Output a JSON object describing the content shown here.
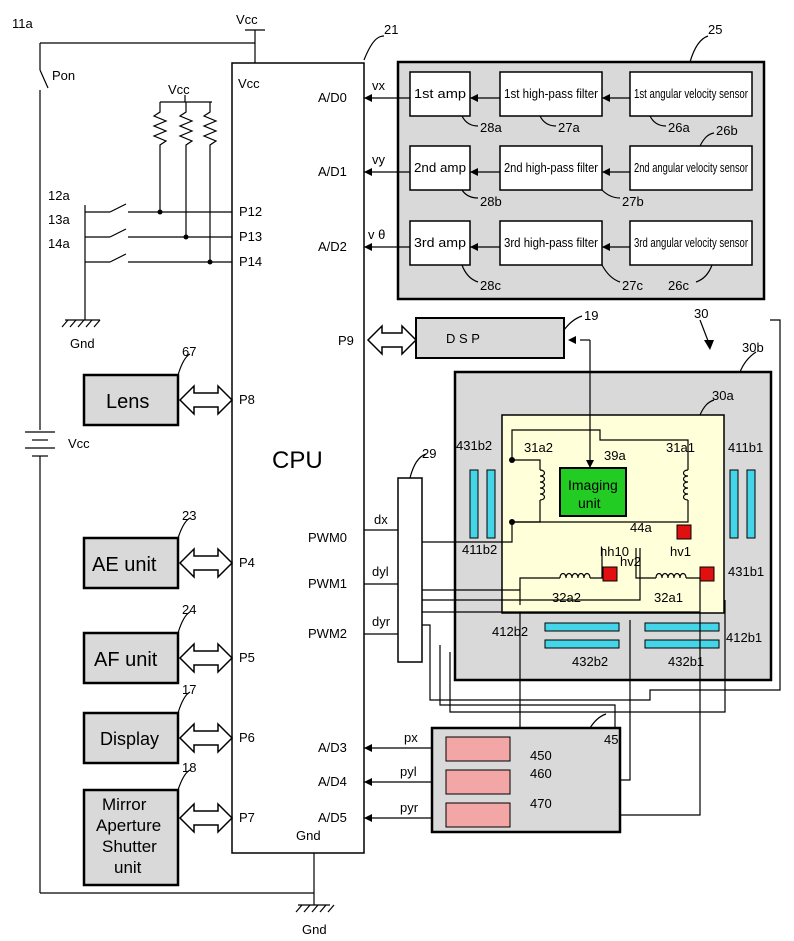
{
  "labels": {
    "vcc_top": "Vcc",
    "vcc_res": "Vcc",
    "vcc_bat": "Vcc",
    "vcc_cpu": "Vcc",
    "gnd_left": "Gnd",
    "gnd_bottom": "Gnd",
    "gnd_cpu": "Gnd",
    "pon": "Pon",
    "sw_11a": "11a",
    "sw_12a": "12a",
    "sw_13a": "13a",
    "sw_14a": "14a",
    "ref_21": "21",
    "ref_25": "25",
    "ref_19": "19",
    "ref_30": "30",
    "ref_30a": "30a",
    "ref_30b": "30b",
    "ref_29": "29",
    "ref_45": "45",
    "ref_67": "67",
    "ref_23": "23",
    "ref_24": "24",
    "ref_17": "17",
    "ref_18": "18",
    "cpu": "CPU",
    "ports": {
      "ad0": "A/D0",
      "ad1": "A/D1",
      "ad2": "A/D2",
      "p12": "P12",
      "p13": "P13",
      "p14": "P14",
      "p9": "P9",
      "p8": "P8",
      "p4": "P4",
      "p5": "P5",
      "p6": "P6",
      "p7": "P7",
      "pwm0": "PWM0",
      "pwm1": "PWM1",
      "pwm2": "PWM2",
      "ad3": "A/D3",
      "ad4": "A/D4",
      "ad5": "A/D5"
    },
    "sig": {
      "vx": "vx",
      "vy": "vy",
      "vth": "v θ",
      "dx": "dx",
      "dyl": "dyl",
      "dyr": "dyr",
      "px": "px",
      "pyl": "pyl",
      "pyr": "pyr"
    },
    "amp1": "1st amp",
    "amp2": "2nd amp",
    "amp3": "3rd amp",
    "hpf1": "1st high-pass filter",
    "hpf2": "2nd high-pass filter",
    "hpf3": "3rd high-pass filter",
    "avs1": "1st angular velocity sensor",
    "avs2": "2nd angular velocity sensor",
    "avs3": "3rd angular velocity sensor",
    "r28a": "28a",
    "r28b": "28b",
    "r28c": "28c",
    "r27a": "27a",
    "r27b": "27b",
    "r27c": "27c",
    "r26a": "26a",
    "r26b": "26b",
    "r26c": "26c",
    "dsp": "D S P",
    "lens": "Lens",
    "ae": "AE unit",
    "af": "AF unit",
    "display": "Display",
    "mirror": [
      "Mirror",
      "Aperture",
      "Shutter",
      "unit"
    ],
    "imaging": [
      "Imaging",
      "unit"
    ],
    "r31a2": "31a2",
    "r31a1": "31a1",
    "r39a": "39a",
    "r44a": "44a",
    "hh10": "hh10",
    "hv1": "hv1",
    "hv2": "hv2",
    "r32a2": "32a2",
    "r32a1": "32a1",
    "r431b2": "431b2",
    "r411b2": "411b2",
    "r411b1": "411b1",
    "r431b1": "431b1",
    "r412b2": "412b2",
    "r432b2": "432b2",
    "r412b1": "412b1",
    "r432b1": "432b1",
    "r450": "450",
    "r460": "460",
    "r470": "470"
  },
  "colors": {
    "panel": "#d9d9d9",
    "inner": "#ffffd9",
    "imaging": "#22cc22",
    "magnet": "#44d6e8",
    "hall": "#e01010",
    "pink": "#f2a6a6"
  }
}
